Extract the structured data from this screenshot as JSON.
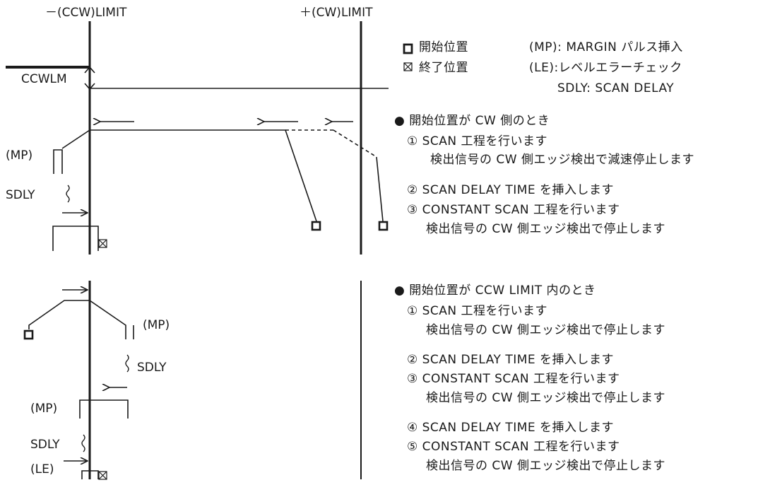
{
  "limits": {
    "ccw": "－(CCW)LIMIT",
    "cw": "＋(CW)LIMIT",
    "ccwlm": "CCWLM"
  },
  "labels": {
    "mp": "(MP)",
    "sdly": "SDLY",
    "le": "(LE)"
  },
  "legend": [
    {
      "icon": "start-position-icon",
      "name": "開始位置",
      "desc": "(MP): MARGIN パルス挿入"
    },
    {
      "icon": "end-position-icon",
      "name": "終了位置",
      "desc": "(LE):レベルエラーチェック"
    },
    {
      "icon": "",
      "name": "",
      "desc": "SDLY: SCAN DELAY"
    }
  ],
  "section1": {
    "heading": "● 開始位置が CW 側のとき",
    "steps": [
      "① SCAN 工程を行います",
      "検出信号の CW 側エッジ検出で減速停止します",
      "② SCAN DELAY TIME を挿入します",
      "③ CONSTANT SCAN 工程を行います",
      "検出信号の CW 側エッジ検出で停止します"
    ]
  },
  "section2": {
    "heading": "● 開始位置が CCW LIMIT 内のとき",
    "steps": [
      "① SCAN 工程を行います",
      "検出信号の CW 側エッジ検出で停止します",
      "② SCAN DELAY TIME を挿入します",
      "③ CONSTANT SCAN 工程を行います",
      "検出信号の CW 側エッジ検出で停止します",
      "④ SCAN DELAY TIME を挿入します",
      "⑤ CONSTANT SCAN 工程を行います",
      "検出信号の CW 側エッジ検出で停止します"
    ]
  },
  "colors": {
    "line": "#1a1a1a",
    "background": "#ffffff"
  }
}
